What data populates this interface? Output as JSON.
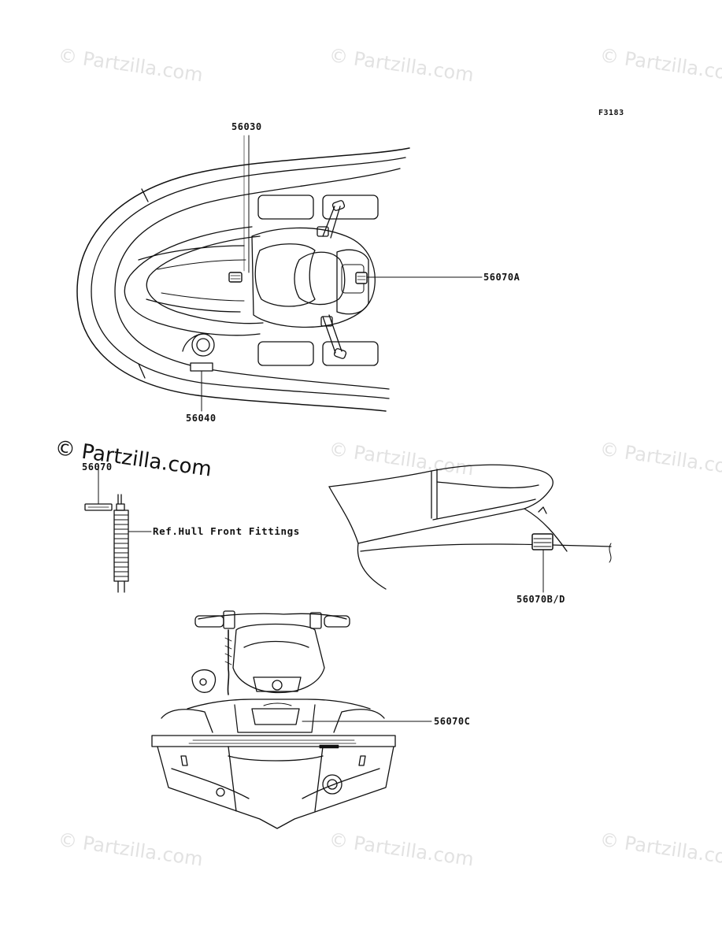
{
  "figure_code": "F3183",
  "watermark": "© Partzilla.com",
  "parts": {
    "p56030": "56030",
    "p56040": "56040",
    "p56070A": "56070A",
    "p56070": "56070",
    "p56070BD": "56070B/D",
    "p56070C": "56070C"
  },
  "reference_note": "Ref.Hull Front Fittings"
}
